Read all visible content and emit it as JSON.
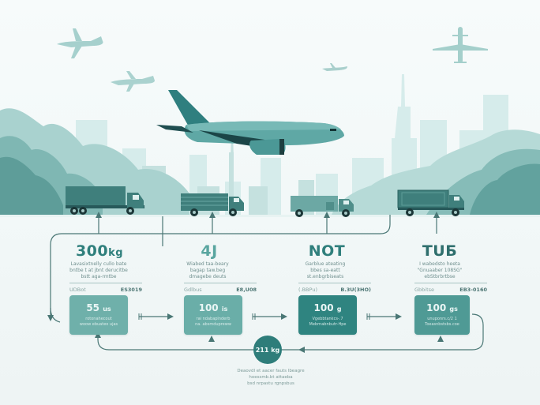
{
  "colors": {
    "primary": "#2e7d7a",
    "primary_dark": "#255f5d",
    "card_light": "#6fb2ac",
    "card_mid": "#5fa7a0",
    "card_dark": "#2f8480",
    "skyline_light": "#cfe6e5",
    "skyline_mid": "#a9d2cf",
    "foliage": "#5d9c98",
    "plane_body": "#5fa8a5",
    "truck": "#3f7f7c",
    "connector": "#3d6b69"
  },
  "sky": {
    "small_planes": [
      {
        "name": "plane-left-upper"
      },
      {
        "name": "plane-left-lower"
      },
      {
        "name": "plane-center-small"
      },
      {
        "name": "plane-right-topview"
      }
    ],
    "main_plane": {
      "name": "cargo-airplane"
    }
  },
  "trucks": [
    {
      "name": "truck-1"
    },
    {
      "name": "truck-2"
    },
    {
      "name": "truck-3"
    },
    {
      "name": "truck-4"
    }
  ],
  "stages": [
    {
      "title": "300",
      "title_unit": "kg",
      "desc": [
        "Lavasixtnelly cullo bate",
        "bntbe t at jbnt derucitbe",
        "bstt aga-rmtbe"
      ],
      "meta_left": "UDBot",
      "meta_right": "ES3019",
      "card": {
        "value": "55",
        "unit": "us",
        "sub": [
          "rotonahecout",
          "woow ebuateo ujas"
        ]
      }
    },
    {
      "title": "4J",
      "title_unit": "",
      "desc": [
        "Wiabed taa-beary",
        "bagap taw.beg",
        "dmagebe deuts"
      ],
      "meta_left": "Gdlbus",
      "meta_right": "E8,U08",
      "card": {
        "value": "100",
        "unit": "is",
        "sub": [
          "rai ndabaplnderb",
          "na. absmdupreww"
        ]
      }
    },
    {
      "title": "NOT",
      "title_unit": "",
      "desc": [
        "Garblue ateating",
        "bbes sa-eatt",
        "st.enbgrbiseats"
      ],
      "meta_left": "(.BBPu)",
      "meta_right": "B.3U(3HO)",
      "card": {
        "value": "100",
        "unit": "g",
        "sub": [
          "Vgebbtankcs-.7",
          "Mebrnabnbutr-Hpe"
        ]
      }
    },
    {
      "title": "TUБ",
      "title_unit": "",
      "desc": [
        "I wabedsto heeta",
        "\"Gnuaaber 108SG\"",
        "ebStbrbrtbse"
      ],
      "meta_left": "Gbbitse",
      "meta_right": "EB3-0160",
      "card": {
        "value": "100",
        "unit": "gs",
        "sub": [
          "unuponrs.c/2 1",
          "Toeasnbstsbs.coe"
        ]
      }
    }
  ],
  "hub": {
    "value": "211 kg"
  },
  "footer_note": [
    "Deaovdl et aacer fauts lbeagre",
    "hoessmb.bt attaeba",
    "bsd nrpastu rgnpsbus"
  ]
}
